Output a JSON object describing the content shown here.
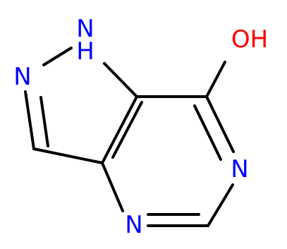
{
  "molecule": {
    "atoms": [
      {
        "id": "n1",
        "label": "N",
        "color": "#0000ff"
      },
      {
        "id": "nh",
        "label": "N",
        "color": "#0000ff"
      },
      {
        "id": "h",
        "label": "H",
        "color": "#0000ff"
      },
      {
        "id": "o",
        "label": "OH",
        "color": "#ff0000"
      },
      {
        "id": "n_right",
        "label": "N",
        "color": "#0000ff"
      },
      {
        "id": "n_bottom",
        "label": "N",
        "color": "#0000ff"
      }
    ]
  }
}
